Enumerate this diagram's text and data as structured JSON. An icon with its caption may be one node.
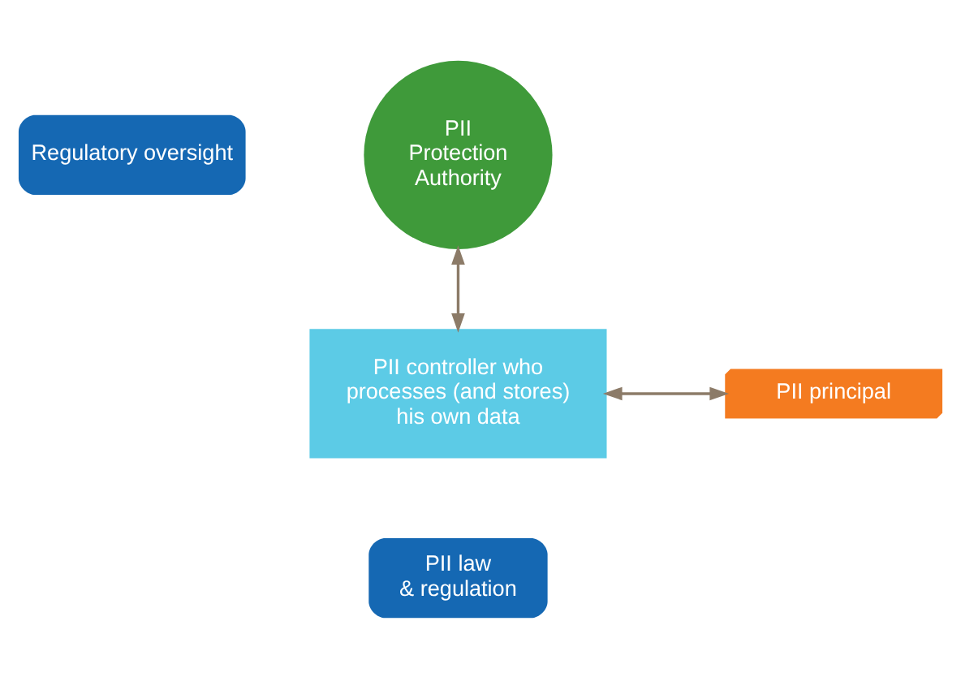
{
  "diagram": {
    "nodes": [
      {
        "text": [
          "Regulatory oversight"
        ]
      },
      {
        "text": [
          "PII Protection Authority"
        ]
      },
      {
        "text": [
          "PII controller who processes (and stores) his own data"
        ]
      },
      {
        "text": [
          "PII principal"
        ]
      },
      {
        "text": [
          "PII law & regulation"
        ]
      }
    ],
    "edges": [
      {
        "from": 2,
        "to": 1,
        "arrow": "both"
      },
      {
        "from": 2,
        "to": 3,
        "arrow": "both"
      }
    ]
  }
}
